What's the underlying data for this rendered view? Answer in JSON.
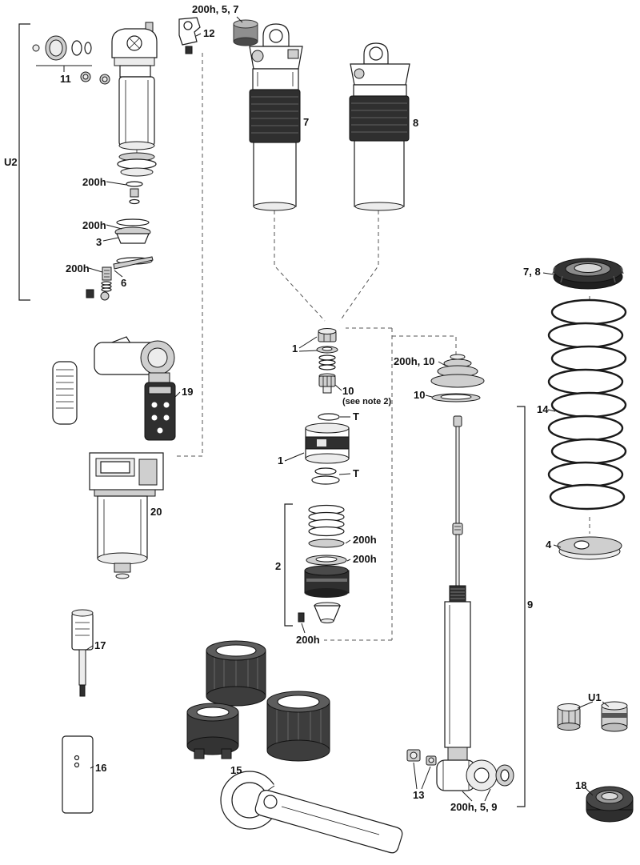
{
  "page": {
    "background": "#ffffff",
    "line_color": "#1a1a1a"
  },
  "labels": {
    "top_bumper": "200h, 5, 7",
    "part12": "12",
    "part11": "11",
    "u2": "U2",
    "seal_a": "200h",
    "seal_b": "200h",
    "part3": "3",
    "seal_c": "200h",
    "part6": "6",
    "part7": "7",
    "part8": "8",
    "collar78": "7, 8",
    "part1_top": "1",
    "group_200h_10": "200h, 10",
    "part10_left": "10",
    "note2": "(see note 2)",
    "part10_right": "10",
    "part14": "14",
    "t_top": "T",
    "part19": "19",
    "part1_mid": "1",
    "t_bottom": "T",
    "part20": "20",
    "washer_a": "200h",
    "washer_b": "200h",
    "part2": "2",
    "part4": "4",
    "part9": "9",
    "bolt_200h": "200h",
    "part17": "17",
    "u1": "U1",
    "part16": "16",
    "part15": "15",
    "part13": "13",
    "eyelet_200h_5_9": "200h, 5, 9",
    "part18": "18"
  }
}
